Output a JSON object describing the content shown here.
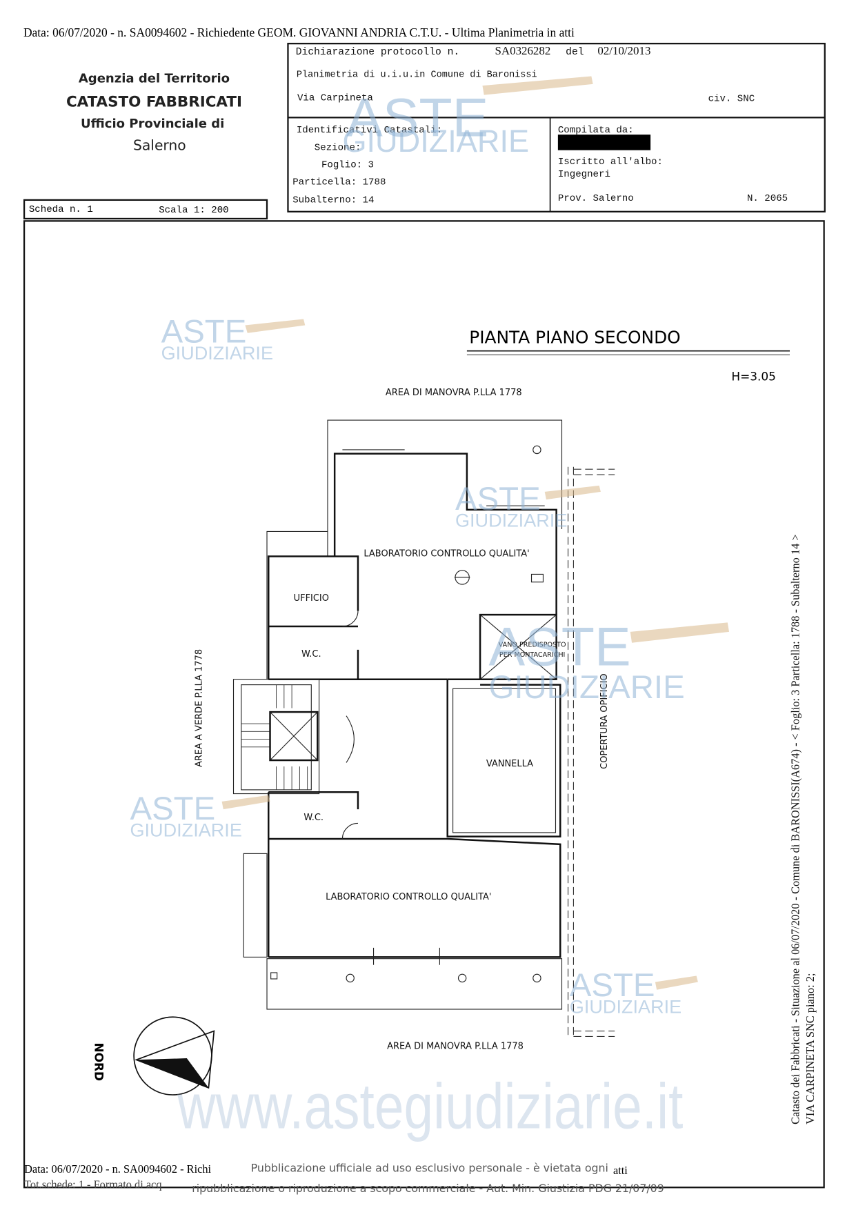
{
  "header_line": "Data: 06/07/2020 - n. SA0094602 - Richiedente GEOM. GIOVANNI ANDRIA C.T.U. - Ultima Planimetria in atti",
  "agency": {
    "line1": "Agenzia del Territorio",
    "line2": "CATASTO FABBRICATI",
    "line3": "Ufficio Provinciale di",
    "line4": "Salerno"
  },
  "declaration": {
    "protocol_label": "Dichiarazione protocollo n.",
    "protocol_number": "SA0326282",
    "date_label": "del",
    "date": "02/10/2013",
    "planimetria": "Planimetria di u.i.u.in Comune di Baronissi",
    "address": "Via Carpineta",
    "civic": "civ. SNC"
  },
  "identifiers": {
    "title": "Identificativi Catastali:",
    "sezione": "Sezione:",
    "foglio": "Foglio: 3",
    "particella": "Particella: 1788",
    "subalterno": "Subalterno: 14"
  },
  "compiler": {
    "title": "Compilata da:",
    "albo": "Iscritto all'albo:",
    "albo_value": "Ingegneri",
    "prov": "Prov. Salerno",
    "number": "N. 2065"
  },
  "scheda": {
    "label": "Scheda n. 1",
    "scale": "Scala 1: 200"
  },
  "plan": {
    "title": "PIANTA PIANO SECONDO",
    "height": "H=3.05",
    "area_top": "AREA DI MANOVRA P.LLA 1778",
    "area_bottom": "AREA DI MANOVRA P.LLA 1778",
    "area_left": "AREA A VERDE P.LLA 1778",
    "copertura": "COPERTURA OPIFICIO",
    "rooms": {
      "lab_top": "LABORATORIO  CONTROLLO QUALITA'",
      "ufficio": "UFFICIO",
      "wc1": "W.C.",
      "wc2": "W.C.",
      "vano1": "VANO PREDISPOSTO",
      "vano2": "PER MONTACARICHI",
      "vannella": "VANNELLA",
      "lab_bottom": "LABORATORIO  CONTROLLO QUALITA'"
    },
    "north": "NORD"
  },
  "side_text": {
    "line1": "Catasto dei Fabbricati - Situazione al 06/07/2020 - Comune di BARONISSI(A674) - < Foglio: 3 Particella: 1788 - Subalterno 14 >",
    "line2": "VIA CARPINETA SNC piano: 2;"
  },
  "watermark": {
    "aste": "ASTE",
    "giudiziarie": "GIUDIZIARIE",
    "site": "www.astegiudiziarie.it"
  },
  "footer": {
    "line1_left": "Data: 06/07/2020 -  n. SA0094602 - Richi",
    "line1_right": "atti",
    "line2_left": "Tot.schede: 1 - Formato di acq",
    "notice1": "Pubblicazione ufficiale ad uso esclusivo personale - è vietata ogni",
    "notice2": "ripubblicazione o riproduzione a scopo commerciale - Aut. Min. Giustizia PDG 21/07/09"
  }
}
